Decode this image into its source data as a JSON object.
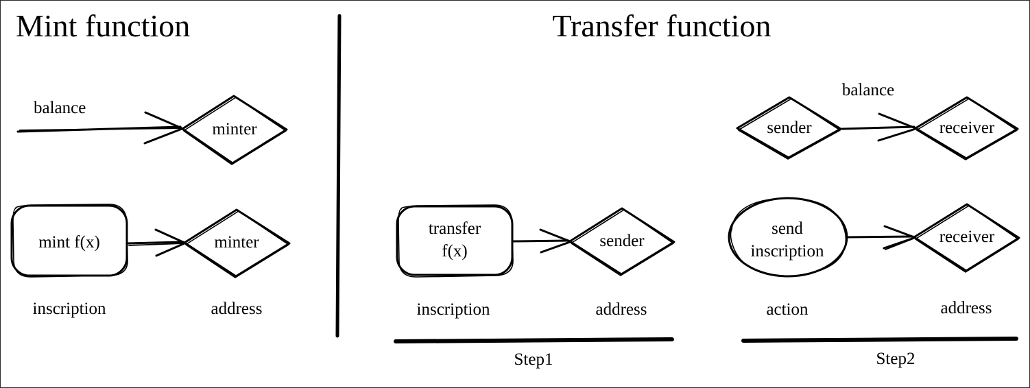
{
  "diagram": {
    "type": "flow-diagram",
    "background_color": "#ffffff",
    "stroke_color": "#000000",
    "border_color": "#2b2b2b",
    "panels": [
      {
        "id": "mint",
        "title": "Mint function",
        "rows": [
          {
            "id": "mint-balance-row",
            "edge_label": "balance",
            "source": null,
            "target": "minter",
            "target_shape": "diamond"
          },
          {
            "id": "mint-fx-row",
            "source": "mint f(x)",
            "source_shape": "rounded-rect",
            "target": "minter",
            "target_shape": "diamond",
            "source_caption": "inscription",
            "target_caption": "address"
          }
        ]
      },
      {
        "id": "transfer",
        "title": "Transfer function",
        "steps": [
          {
            "id": "step1",
            "step_label": "Step1",
            "source": "transfer\nf(x)",
            "source_shape": "rounded-rect",
            "target": "sender",
            "target_shape": "diamond",
            "source_caption": "inscription",
            "target_caption": "address"
          },
          {
            "id": "step2",
            "step_label": "Step2",
            "balance_edge_label": "balance",
            "balance_source": "sender",
            "balance_target": "receiver",
            "source": "send\ninscription",
            "source_shape": "ellipse",
            "target": "receiver",
            "target_shape": "diamond",
            "source_caption": "action",
            "target_caption": "address"
          }
        ]
      }
    ]
  },
  "mint_panel": {
    "title": "Mint function",
    "balance_label": "balance",
    "minter_top": "minter",
    "mint_fx": "mint f(x)",
    "minter_bottom": "minter",
    "caption_left": "inscription",
    "caption_right": "address"
  },
  "transfer_panel": {
    "title": "Transfer function",
    "balance_label": "balance",
    "sender_top": "sender",
    "receiver_top": "receiver",
    "step1": {
      "transfer_fx_line1": "transfer",
      "transfer_fx_line2": "f(x)",
      "sender": "sender",
      "caption_left": "inscription",
      "caption_right": "address",
      "step_label": "Step1"
    },
    "step2": {
      "send_inscription_line1": "send",
      "send_inscription_line2": "inscription",
      "receiver": "receiver",
      "caption_left": "action",
      "caption_right": "address",
      "step_label": "Step2"
    }
  }
}
